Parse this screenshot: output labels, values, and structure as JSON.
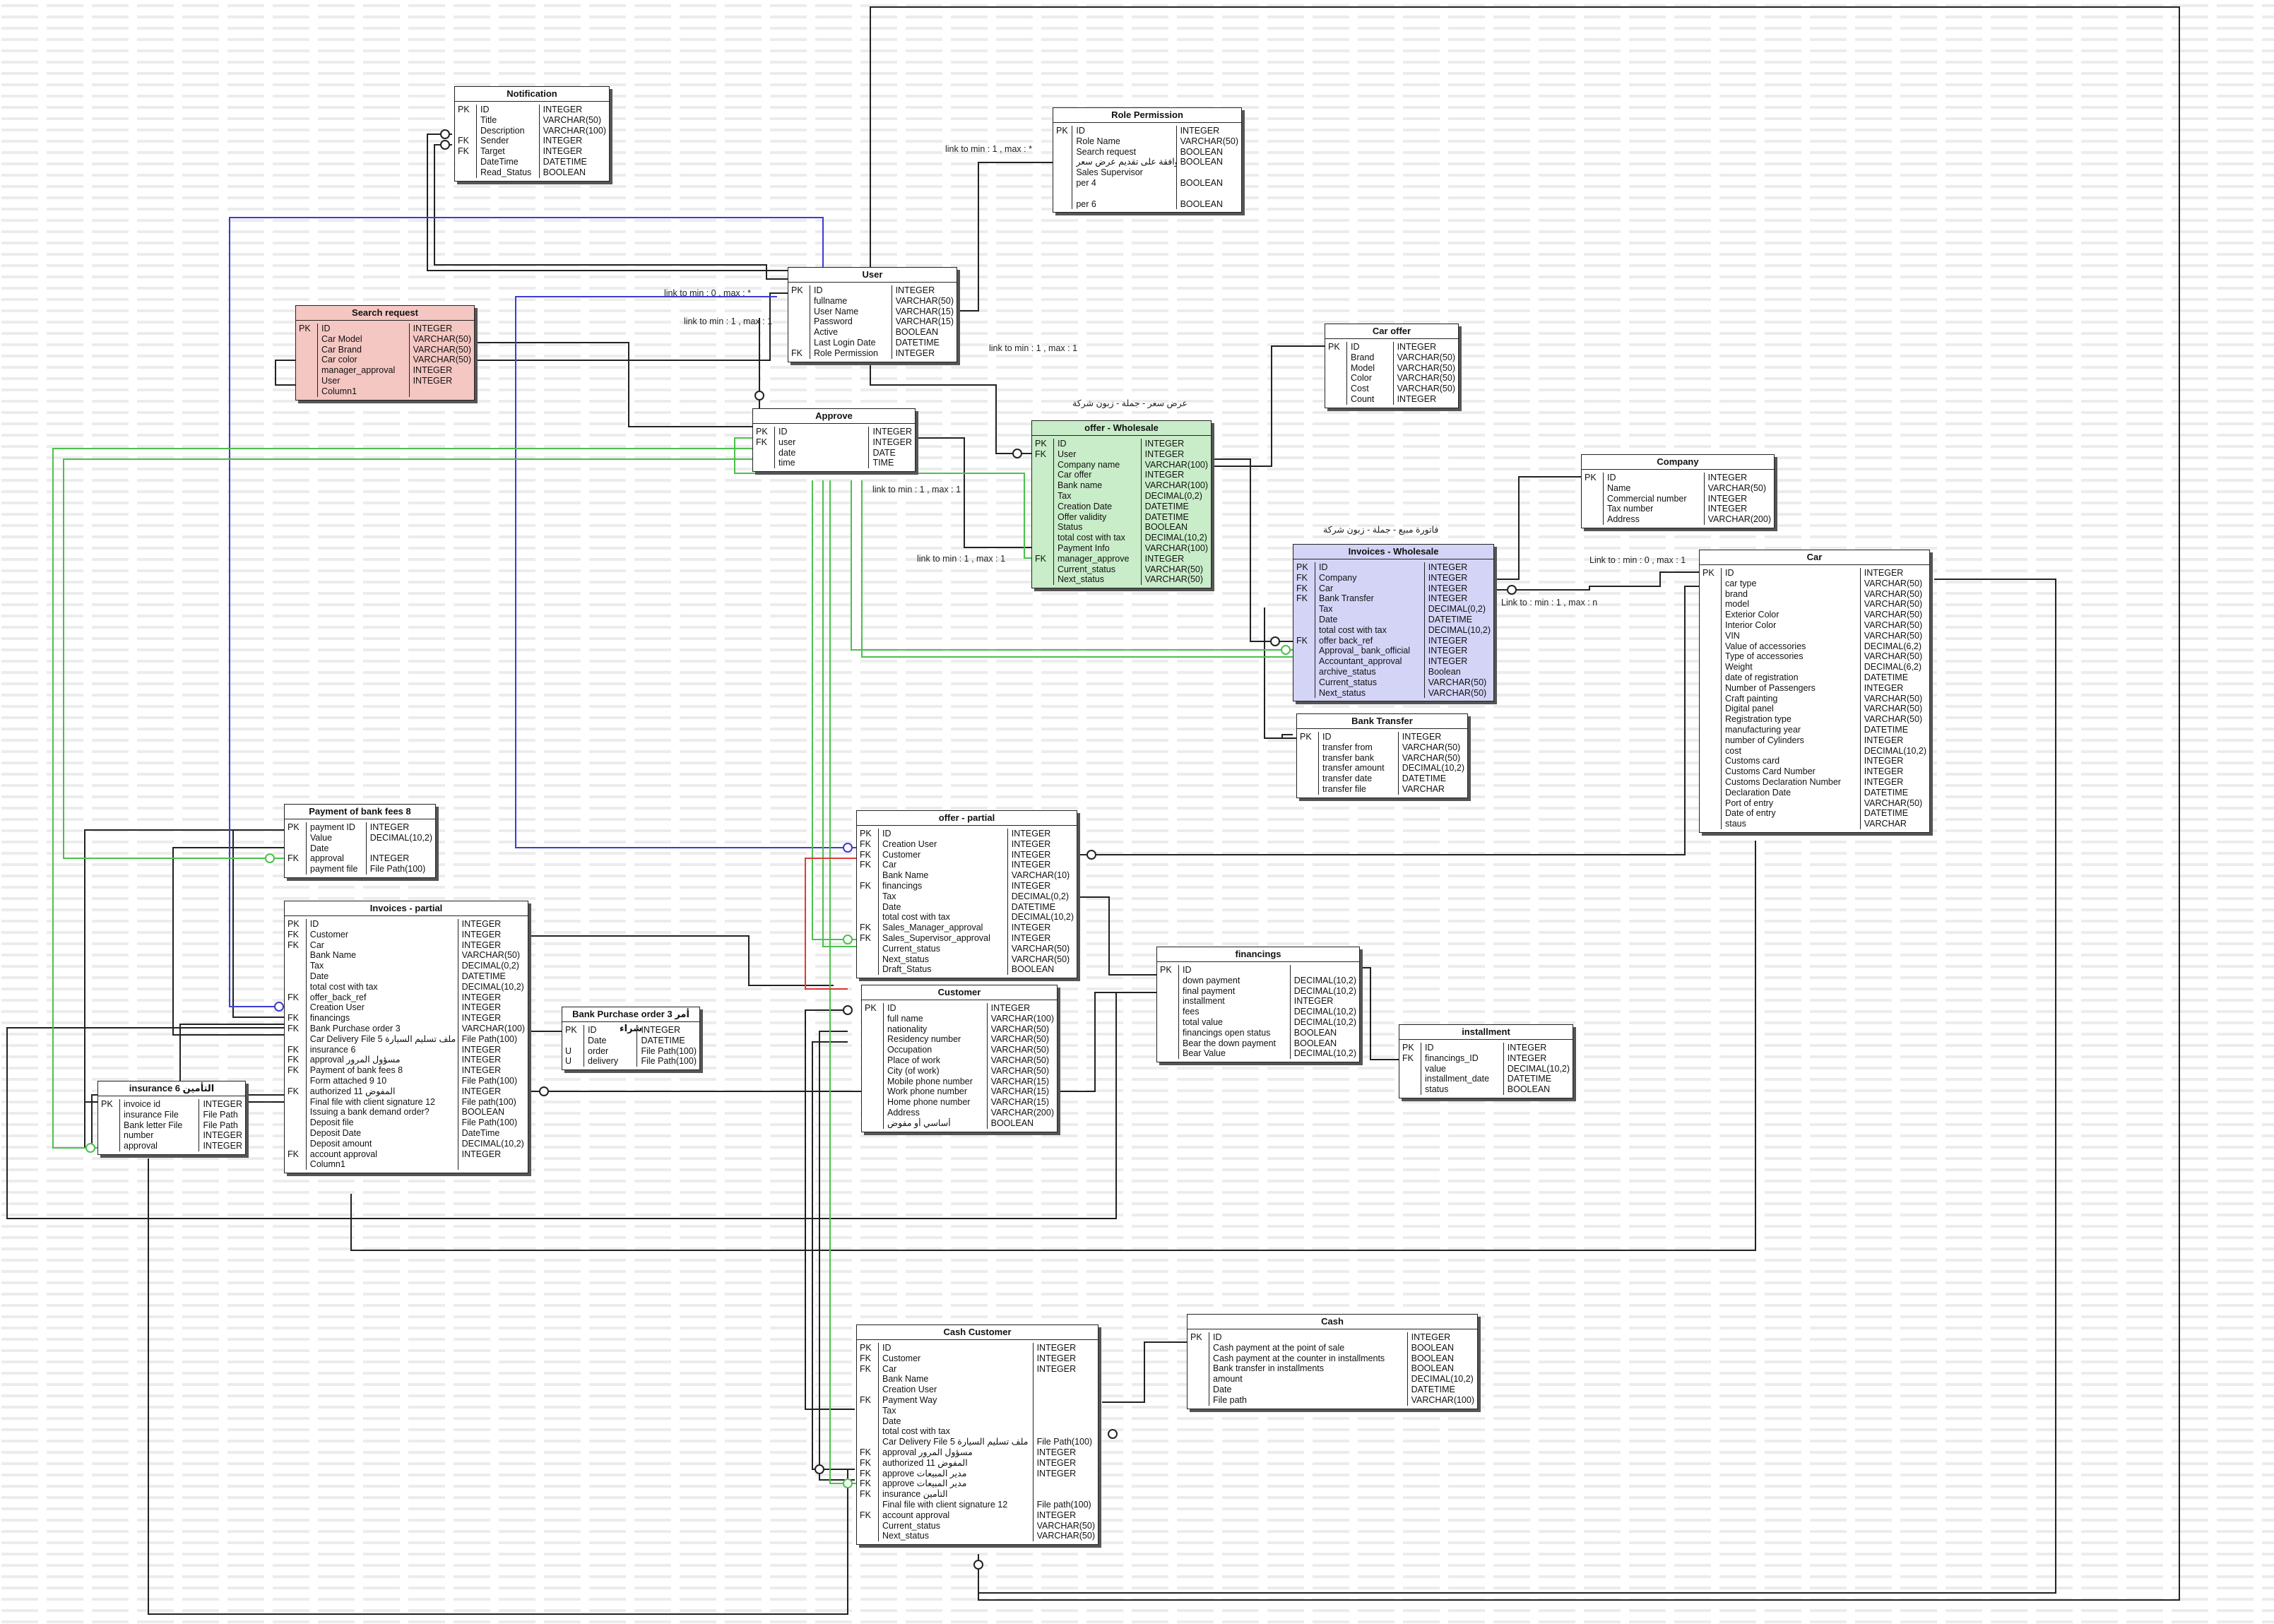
{
  "colors": {
    "search_request": "#f4c7c3",
    "offer_wholesale": "#c9ecc9",
    "invoices_wholesale": "#d4d4f7",
    "relation_black": "#222222",
    "relation_blue": "#3b3bd6",
    "relation_green": "#4cc04c",
    "relation_red": "#e03b3b"
  },
  "labels": {
    "l1": "link to min : 1 , max : *",
    "l2": "link to min : 0 , max : *",
    "l3": "link to min : 1 , max : 1",
    "l4": "link to min : 1 , max : 1",
    "l5": "link to min : 1 , max : 1",
    "l6": "link to min : 1 , max : 1",
    "l7": "Link to : min : 0 , max : 1",
    "l8": "Link to : min : 1 , max : n",
    "a1": "عرض سعر - جملة - زبون شركة",
    "a2": "فاتورة مبيع - جملة - زبون شركة"
  },
  "tables": [
    {
      "id": "notification",
      "title": "Notification",
      "rows": [
        [
          "PK",
          "ID",
          "INTEGER"
        ],
        [
          "",
          "Title",
          "VARCHAR(50)"
        ],
        [
          "",
          "Description",
          "VARCHAR(100)"
        ],
        [
          "FK",
          "Sender",
          "INTEGER"
        ],
        [
          "FK",
          "Target",
          "INTEGER"
        ],
        [
          "",
          "DateTime",
          "DATETIME"
        ],
        [
          "",
          "Read_Status",
          "BOOLEAN"
        ]
      ]
    },
    {
      "id": "role-permission",
      "title": "Role Permission",
      "rows": [
        [
          "PK",
          "ID",
          "INTEGER"
        ],
        [
          "",
          "Role Name",
          "VARCHAR(50)"
        ],
        [
          "",
          "Search request",
          "BOOLEAN"
        ],
        [
          "",
          "الموافقة على تقديم عرض سعر",
          "BOOLEAN"
        ],
        [
          "",
          "Sales Supervisor",
          ""
        ],
        [
          "",
          "per 4",
          "BOOLEAN"
        ],
        [
          "",
          "",
          ""
        ],
        [
          "",
          "per 6",
          "BOOLEAN"
        ]
      ]
    },
    {
      "id": "user",
      "title": "User",
      "rows": [
        [
          "PK",
          "ID",
          "INTEGER"
        ],
        [
          "",
          "fullname",
          "VARCHAR(50)"
        ],
        [
          "",
          "User Name",
          "VARCHAR(15)"
        ],
        [
          "",
          "Password",
          "VARCHAR(15)"
        ],
        [
          "",
          "Active",
          "BOOLEAN"
        ],
        [
          "",
          "Last Login Date",
          "DATETIME"
        ],
        [
          "FK",
          "Role Permission",
          "INTEGER"
        ]
      ]
    },
    {
      "id": "search-request",
      "title": "Search request",
      "rows": [
        [
          "PK",
          "ID",
          "INTEGER"
        ],
        [
          "",
          "Car Model",
          "VARCHAR(50)"
        ],
        [
          "",
          "Car Brand",
          "VARCHAR(50)"
        ],
        [
          "",
          "Car color",
          "VARCHAR(50)"
        ],
        [
          "",
          "manager_approval",
          "INTEGER"
        ],
        [
          "",
          "User",
          "INTEGER"
        ],
        [
          "",
          "Column1",
          ""
        ]
      ]
    },
    {
      "id": "car-offer",
      "title": "Car offer",
      "rows": [
        [
          "PK",
          "ID",
          "INTEGER"
        ],
        [
          "",
          "Brand",
          "VARCHAR(50)"
        ],
        [
          "",
          "Model",
          "VARCHAR(50)"
        ],
        [
          "",
          "Color",
          "VARCHAR(50)"
        ],
        [
          "",
          "Cost",
          "VARCHAR(50)"
        ],
        [
          "",
          "Count",
          "INTEGER"
        ]
      ]
    },
    {
      "id": "approve",
      "title": "Approve",
      "rows": [
        [
          "PK",
          "ID",
          "INTEGER"
        ],
        [
          "FK",
          "user",
          "INTEGER"
        ],
        [
          "",
          "date",
          "DATE"
        ],
        [
          "",
          "time",
          "TIME"
        ]
      ]
    },
    {
      "id": "offer-wholesale",
      "title": "offer - Wholesale",
      "rows": [
        [
          "PK",
          "ID",
          "INTEGER"
        ],
        [
          "FK",
          "User",
          "INTEGER"
        ],
        [
          "",
          "Company name",
          "VARCHAR(100)"
        ],
        [
          "",
          "Car offer",
          "INTEGER"
        ],
        [
          "",
          "Bank name",
          "VARCHAR(100)"
        ],
        [
          "",
          "Tax",
          "DECIMAL(0,2)"
        ],
        [
          "",
          "Creation Date",
          "DATETIME"
        ],
        [
          "",
          "Offer validity",
          "DATETIME"
        ],
        [
          "",
          "Status",
          "BOOLEAN"
        ],
        [
          "",
          "total cost with tax",
          "DECIMAL(10,2)"
        ],
        [
          "",
          "Payment Info",
          "VARCHAR(100)"
        ],
        [
          "FK",
          "manager_approve",
          "INTEGER"
        ],
        [
          "",
          "Current_status",
          "VARCHAR(50)"
        ],
        [
          "",
          "Next_status",
          "VARCHAR(50)"
        ]
      ]
    },
    {
      "id": "company",
      "title": "Company",
      "rows": [
        [
          "PK",
          "ID",
          "INTEGER"
        ],
        [
          "",
          "Name",
          "VARCHAR(50)"
        ],
        [
          "",
          "Commercial number",
          "INTEGER"
        ],
        [
          "",
          "Tax number",
          "INTEGER"
        ],
        [
          "",
          "Address",
          "VARCHAR(200)"
        ]
      ]
    },
    {
      "id": "invoices-wholesale",
      "title": "Invoices  - Wholesale",
      "rows": [
        [
          "PK",
          "ID",
          "INTEGER"
        ],
        [
          "FK",
          "Company",
          "INTEGER"
        ],
        [
          "FK",
          "Car",
          "INTEGER"
        ],
        [
          "FK",
          "Bank Transfer",
          "INTEGER"
        ],
        [
          "",
          "Tax",
          "DECIMAL(0,2)"
        ],
        [
          "",
          "Date",
          "DATETIME"
        ],
        [
          "",
          "total cost with tax",
          "DECIMAL(10,2)"
        ],
        [
          "FK",
          "offer back_ref",
          "INTEGER"
        ],
        [
          "",
          "Approval_ bank_official",
          "INTEGER"
        ],
        [
          "",
          "Accountant_approval",
          "INTEGER"
        ],
        [
          "",
          "archive_status",
          "Boolean"
        ],
        [
          "",
          "Current_status",
          "VARCHAR(50)"
        ],
        [
          "",
          "Next_status",
          "VARCHAR(50)"
        ]
      ]
    },
    {
      "id": "car",
      "title": "Car",
      "rows": [
        [
          "PK",
          "ID",
          "INTEGER"
        ],
        [
          "",
          "car type",
          "VARCHAR(50)"
        ],
        [
          "",
          "brand",
          "VARCHAR(50)"
        ],
        [
          "",
          "model",
          "VARCHAR(50)"
        ],
        [
          "",
          "Exterior Color",
          "VARCHAR(50)"
        ],
        [
          "",
          "Interior Color",
          "VARCHAR(50)"
        ],
        [
          "",
          "VIN",
          "VARCHAR(50)"
        ],
        [
          "",
          "Value of accessories",
          "DECIMAL(6,2)"
        ],
        [
          "",
          "Type of accessories",
          "VARCHAR(50)"
        ],
        [
          "",
          "Weight",
          "DECIMAL(6,2)"
        ],
        [
          "",
          "date of registration",
          "DATETIME"
        ],
        [
          "",
          "Number of Passengers",
          "INTEGER"
        ],
        [
          "",
          "Craft painting",
          "VARCHAR(50)"
        ],
        [
          "",
          "Digital panel",
          "VARCHAR(50)"
        ],
        [
          "",
          "Registration type",
          "VARCHAR(50)"
        ],
        [
          "",
          "manufacturing year",
          "DATETIME"
        ],
        [
          "",
          "number of Cylinders",
          "INTEGER"
        ],
        [
          "",
          "cost",
          "DECIMAL(10,2)"
        ],
        [
          "",
          "Customs card",
          "INTEGER"
        ],
        [
          "",
          "Customs Card Number",
          "INTEGER"
        ],
        [
          "",
          "Customs Declaration Number",
          "INTEGER"
        ],
        [
          "",
          "Declaration Date",
          "DATETIME"
        ],
        [
          "",
          "Port of entry",
          "VARCHAR(50)"
        ],
        [
          "",
          "Date of entry",
          "DATETIME"
        ],
        [
          "",
          "staus",
          "VARCHAR"
        ]
      ]
    },
    {
      "id": "bank-transfer",
      "title": "Bank Transfer",
      "rows": [
        [
          "PK",
          "ID",
          "INTEGER"
        ],
        [
          "",
          "transfer from",
          "VARCHAR(50)"
        ],
        [
          "",
          "transfer  bank",
          "VARCHAR(50)"
        ],
        [
          "",
          "transfer amount",
          "DECIMAL(10,2)"
        ],
        [
          "",
          "transfer date",
          "DATETIME"
        ],
        [
          "",
          "transfer file",
          "VARCHAR"
        ]
      ]
    },
    {
      "id": "payment-bank-fees",
      "title": "Payment of bank fees 8",
      "rows": [
        [
          "PK",
          "payment ID",
          "INTEGER"
        ],
        [
          "",
          "Value",
          "DECIMAL(10,2)"
        ],
        [
          "",
          "Date",
          ""
        ],
        [
          "FK",
          "approval",
          "INTEGER"
        ],
        [
          "",
          "payment file",
          "File Path(100)"
        ]
      ]
    },
    {
      "id": "offer-partial",
      "title": "offer - partial",
      "rows": [
        [
          "PK",
          "ID",
          "INTEGER"
        ],
        [
          "FK",
          "Creation User",
          "INTEGER"
        ],
        [
          "FK",
          "Customer",
          "INTEGER"
        ],
        [
          "FK",
          "Car",
          "INTEGER"
        ],
        [
          "",
          "Bank Name",
          "VARCHAR(10)"
        ],
        [
          "FK",
          "financings",
          "INTEGER"
        ],
        [
          "",
          "Tax",
          "DECIMAL(0,2)"
        ],
        [
          "",
          "Date",
          "DATETIME"
        ],
        [
          "",
          "total cost with tax",
          "DECIMAL(10,2)"
        ],
        [
          "FK",
          "Sales_Manager_approval",
          "INTEGER"
        ],
        [
          "FK",
          "Sales_Supervisor_approval",
          "INTEGER"
        ],
        [
          "",
          "Current_status",
          "VARCHAR(50)"
        ],
        [
          "",
          "Next_status",
          "VARCHAR(50)"
        ],
        [
          "",
          "Draft_Status",
          "BOOLEAN"
        ]
      ]
    },
    {
      "id": "invoices-partial",
      "title": "Invoices  - partial",
      "rows": [
        [
          "PK",
          "ID",
          "INTEGER"
        ],
        [
          "FK",
          "Customer",
          "INTEGER"
        ],
        [
          "FK",
          "Car",
          "INTEGER"
        ],
        [
          "",
          "Bank Name",
          "VARCHAR(50)"
        ],
        [
          "",
          "Tax",
          "DECIMAL(0,2)"
        ],
        [
          "",
          "Date",
          "DATETIME"
        ],
        [
          "",
          "total cost with tax",
          "DECIMAL(10,2)"
        ],
        [
          "FK",
          "offer_back_ref",
          "INTEGER"
        ],
        [
          "",
          "Creation User",
          "INTEGER"
        ],
        [
          "FK",
          "financings",
          "INTEGER"
        ],
        [
          "FK",
          "Bank Purchase order 3",
          "VARCHAR(100)"
        ],
        [
          "",
          "Car Delivery File 5 ملف تسليم السيارة",
          "File Path(100)"
        ],
        [
          "FK",
          "insurance 6",
          "INTEGER"
        ],
        [
          "FK",
          "approval مسؤول المرور",
          "INTEGER"
        ],
        [
          "FK",
          "Payment of bank fees 8",
          "INTEGER"
        ],
        [
          "",
          "Form attached 9 10",
          "File Path(100)"
        ],
        [
          "FK",
          "authorized 11 المفوض",
          "INTEGER"
        ],
        [
          "",
          "Final file with client signature 12",
          "File path(100)"
        ],
        [
          "",
          "Issuing a bank demand order?",
          "BOOLEAN"
        ],
        [
          "",
          "Deposit file",
          "File Path(100)"
        ],
        [
          "",
          "Deposit Date",
          "DateTime"
        ],
        [
          "",
          "Deposit amount",
          "DECIMAL(10,2)"
        ],
        [
          "FK",
          "account approval",
          "INTEGER"
        ],
        [
          "",
          "Column1",
          ""
        ]
      ]
    },
    {
      "id": "financings",
      "title": "financings",
      "rows": [
        [
          "PK",
          "ID",
          ""
        ],
        [
          "",
          "down payment",
          "DECIMAL(10,2)"
        ],
        [
          "",
          "final payment",
          "DECIMAL(10,2)"
        ],
        [
          "",
          "installment",
          "INTEGER"
        ],
        [
          "",
          "fees",
          "DECIMAL(10,2)"
        ],
        [
          "",
          "total value",
          "DECIMAL(10,2)"
        ],
        [
          "",
          "financings open status",
          "BOOLEAN"
        ],
        [
          "",
          "Bear the down payment",
          "BOOLEAN"
        ],
        [
          "",
          "Bear Value",
          "DECIMAL(10,2)"
        ]
      ]
    },
    {
      "id": "customer",
      "title": "Customer",
      "rows": [
        [
          "PK",
          "ID",
          "INTEGER"
        ],
        [
          "",
          "full name",
          "VARCHAR(100)"
        ],
        [
          "",
          "nationality",
          "VARCHAR(50)"
        ],
        [
          "",
          "Residency number",
          "VARCHAR(50)"
        ],
        [
          "",
          "Occupation",
          "VARCHAR(50)"
        ],
        [
          "",
          "Place of work",
          "VARCHAR(50)"
        ],
        [
          "",
          "City (of work)",
          "VARCHAR(50)"
        ],
        [
          "",
          "Mobile phone number",
          "VARCHAR(15)"
        ],
        [
          "",
          "Work phone number",
          "VARCHAR(15)"
        ],
        [
          "",
          "Home phone number",
          "VARCHAR(15)"
        ],
        [
          "",
          "Address",
          "VARCHAR(200)"
        ],
        [
          "",
          "أساسي أو مفوض",
          "BOOLEAN"
        ]
      ]
    },
    {
      "id": "bank-purchase-order",
      "title": "Bank Purchase order 3 أمر شراء",
      "rows": [
        [
          "PK",
          "ID",
          "INTEGER"
        ],
        [
          "",
          "Date",
          "DATETIME"
        ],
        [
          "U",
          "order",
          "File Path(100)"
        ],
        [
          "U",
          "delivery",
          "File Path(100)"
        ]
      ]
    },
    {
      "id": "installment",
      "title": "installment",
      "rows": [
        [
          "PK",
          "ID",
          "INTEGER"
        ],
        [
          "FK",
          "financings_ID",
          "INTEGER"
        ],
        [
          "",
          "value",
          "DECIMAL(10,2)"
        ],
        [
          "",
          "installment_date",
          "DATETIME"
        ],
        [
          "",
          "status",
          "BOOLEAN"
        ]
      ]
    },
    {
      "id": "insurance",
      "title": "insurance 6 التأمين",
      "rows": [
        [
          "PK",
          "invoice id",
          "INTEGER"
        ],
        [
          "",
          "insurance File",
          "File Path"
        ],
        [
          "",
          "Bank letter File",
          "File Path"
        ],
        [
          "",
          "number",
          "INTEGER"
        ],
        [
          "",
          "approval",
          "INTEGER"
        ]
      ]
    },
    {
      "id": "cash",
      "title": "Cash",
      "rows": [
        [
          "PK",
          "ID",
          "INTEGER"
        ],
        [
          "",
          "Cash payment at the point of sale",
          "BOOLEAN"
        ],
        [
          "",
          "Cash payment at the counter in installments",
          "BOOLEAN"
        ],
        [
          "",
          "Bank transfer in installments",
          "BOOLEAN"
        ],
        [
          "",
          "amount",
          "DECIMAL(10,2)"
        ],
        [
          "",
          "Date",
          "DATETIME"
        ],
        [
          "",
          "File path",
          "VARCHAR(100)"
        ]
      ]
    },
    {
      "id": "cash-customer",
      "title": "Cash Customer",
      "rows": [
        [
          "PK",
          "ID",
          "INTEGER"
        ],
        [
          "FK",
          "Customer",
          "INTEGER"
        ],
        [
          "FK",
          "Car",
          "INTEGER"
        ],
        [
          "",
          "Bank Name",
          ""
        ],
        [
          "",
          "Creation User",
          ""
        ],
        [
          "FK",
          "Payment Way",
          ""
        ],
        [
          "",
          "Tax",
          ""
        ],
        [
          "",
          "Date",
          ""
        ],
        [
          "",
          "total cost with tax",
          ""
        ],
        [
          "",
          "Car Delivery File 5 ملف تسليم السيارة",
          "File Path(100)"
        ],
        [
          "FK",
          "approval مسؤول المرور",
          "INTEGER"
        ],
        [
          "FK",
          "authorized 11 المفوض",
          "INTEGER"
        ],
        [
          "FK",
          "approve مدير المبيعات",
          "INTEGER"
        ],
        [
          "FK",
          "approve مدير المبيعات",
          ""
        ],
        [
          "FK",
          "insurance التأمين",
          ""
        ],
        [
          "",
          "Final file with client signature 12",
          "File path(100)"
        ],
        [
          "FK",
          "account approval",
          "INTEGER"
        ],
        [
          "",
          "Current_status",
          "VARCHAR(50)"
        ],
        [
          "",
          "Next_status",
          "VARCHAR(50)"
        ]
      ]
    }
  ]
}
